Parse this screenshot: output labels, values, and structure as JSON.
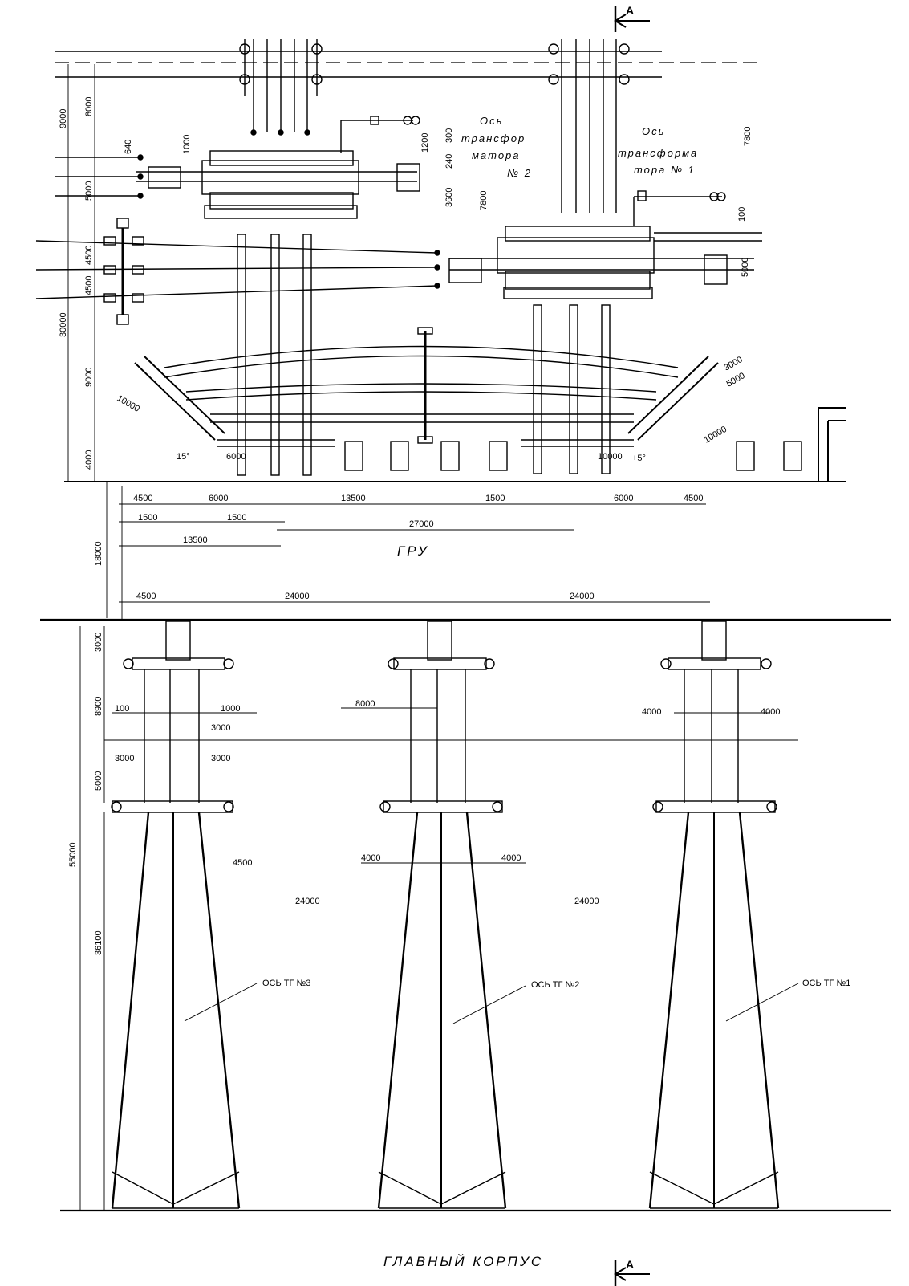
{
  "section_mark": "А",
  "labels": {
    "transformer2": [
      "Ось",
      "трансфор",
      "матора",
      "№ 2"
    ],
    "transformer1": [
      "Ось",
      "трансформа",
      "тора № 1"
    ],
    "gru": "ГРУ",
    "main_building": "ГЛАВНЫЙ  КОРПУС",
    "tg3": "ОСЬ ТГ №3",
    "tg2": "ОСЬ ТГ №2",
    "tg1": "ОСЬ ТГ №1"
  },
  "dims": {
    "h_lower": [
      "4500",
      "6000",
      "13500",
      "1500",
      "6000",
      "4500"
    ],
    "h_sub": [
      "1500",
      "1500"
    ],
    "h_sum": [
      "13500",
      "27000"
    ],
    "h_gru": [
      "4500",
      "24000",
      "24000"
    ],
    "v_left": [
      "9000",
      "8000",
      "5000",
      "4500",
      "4500",
      "30000",
      "9000",
      "4000",
      "18000",
      "3000",
      "8900",
      "5000",
      "55000",
      "36100"
    ],
    "v_t2": [
      "640",
      "1000",
      "1200",
      "300",
      "240",
      "3600",
      "7800"
    ],
    "v_t1": [
      "7800",
      "100",
      "5000"
    ],
    "angle": [
      "15°",
      "6000",
      "10000",
      "+5°",
      "3000",
      "5000",
      "10000",
      "10000"
    ],
    "lower_area": [
      "100",
      "1000",
      "3000",
      "3000",
      "3000",
      "8000",
      "4000",
      "4000",
      "4500",
      "24000",
      "4000",
      "4000",
      "24000"
    ]
  }
}
